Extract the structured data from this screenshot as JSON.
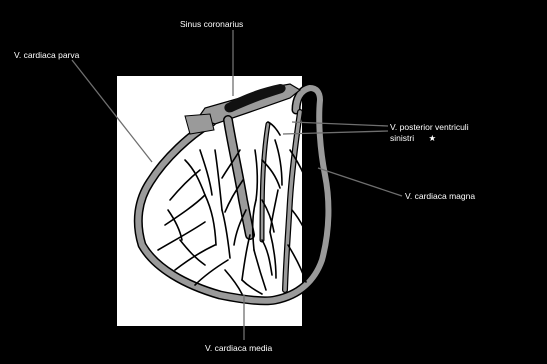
{
  "labels": {
    "sinus_coronarius": "Sinus coronarius",
    "cardiaca_parva": "V. cardiaca parva",
    "posterior_line1": "V. posterior ventriculi",
    "posterior_line2": "sinistri",
    "posterior_marker": "★",
    "cardiaca_magna": "V. cardiaca magna",
    "cardiaca_media": "V. cardiaca media"
  },
  "colors": {
    "background": "#000000",
    "panel": "#ffffff",
    "vein": "#9a9a9a",
    "outline": "#000000",
    "text": "#ffffff"
  }
}
